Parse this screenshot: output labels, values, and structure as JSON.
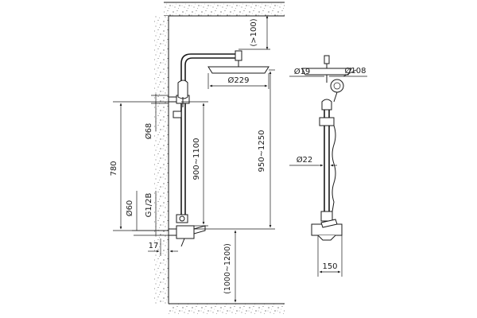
{
  "dimensions": {
    "ceiling_clearance": "(>100)",
    "head_diameter": "Ø229",
    "side_head_diameter": "Ø108",
    "top_fitting_diameter": "Ø19",
    "bracket_diameter": "Ø68",
    "rail_diameter": "Ø22",
    "total_height": "780",
    "rail_height": "900~1100",
    "head_height": "950~1250",
    "wall_flange_diameter": "Ø60",
    "thread": "G1/2B",
    "offset": "17",
    "floor_height": "(1000~1200)",
    "mixer_width": "150"
  }
}
